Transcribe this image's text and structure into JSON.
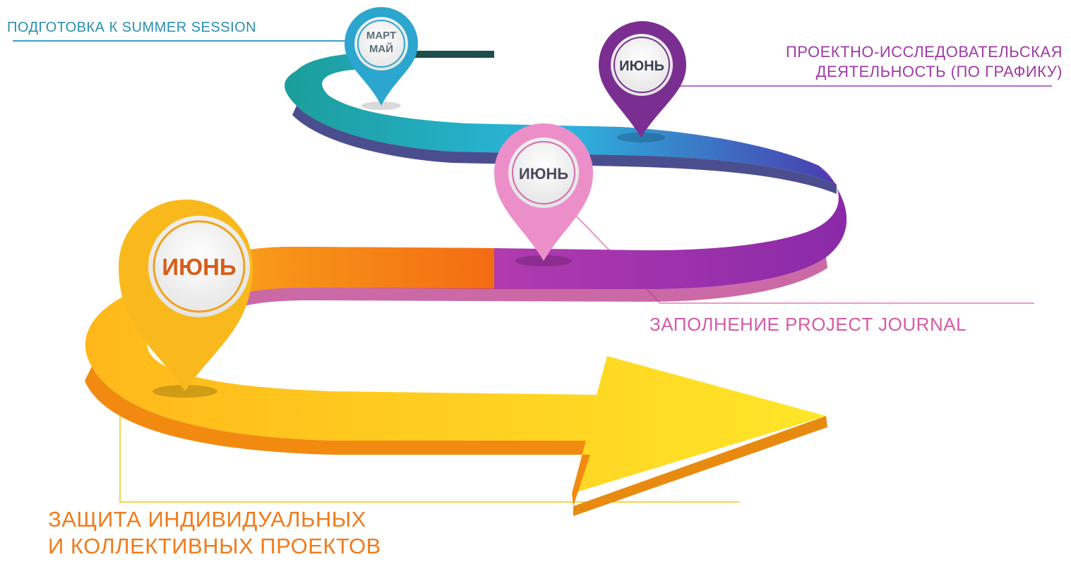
{
  "milestones": [
    {
      "date": "МАРТ МАЙ",
      "date_line1": "МАРТ",
      "date_line2": "МАЙ",
      "color": "#2aa6cf",
      "label": "ПОДГОТОВКА К SUMMER SESSION"
    },
    {
      "date": "ИЮНЬ",
      "color": "#7a2e92",
      "label_line1": "ПРОЕКТНО-ИССЛЕДОВАТЕЛЬСКАЯ",
      "label_line2": "ДЕЯТЕЛЬНОСТЬ (ПО ГРАФИКУ)"
    },
    {
      "date": "ИЮНЬ",
      "color": "#e98ac6",
      "label": "ЗАПОЛНЕНИЕ  PROJECT JOURNAL"
    },
    {
      "date": "ИЮНЬ",
      "color": "#f5b31a",
      "label_line1": "ЗАЩИТА ИНДИВИДУАЛЬНЫХ",
      "label_line2": "И КОЛЛЕКТИВНЫХ ПРОЕКТОВ"
    }
  ],
  "road_colors": [
    "#1b7d6e",
    "#27b0d6",
    "#6c2ea0",
    "#a22ab0",
    "#f57a14",
    "#ffd21a"
  ]
}
